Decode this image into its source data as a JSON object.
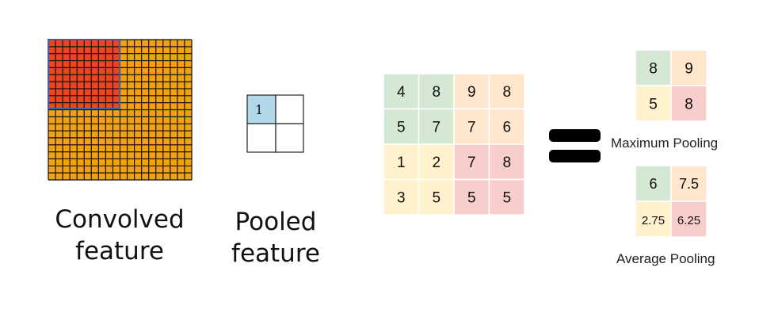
{
  "captions": {
    "convolved": [
      "Convolved",
      "feature"
    ],
    "pooled": [
      "Pooled",
      "feature"
    ]
  },
  "pooled_feature": {
    "cells": [
      "1",
      "",
      "",
      ""
    ]
  },
  "input_matrix": {
    "rows": [
      [
        "4",
        "8",
        "9",
        "8"
      ],
      [
        "5",
        "7",
        "7",
        "6"
      ],
      [
        "1",
        "2",
        "7",
        "8"
      ],
      [
        "3",
        "5",
        "5",
        "5"
      ]
    ]
  },
  "max_pool": {
    "label": "Maximum Pooling",
    "rows": [
      [
        "8",
        "9"
      ],
      [
        "5",
        "8"
      ]
    ]
  },
  "avg_pool": {
    "label": "Average Pooling",
    "rows": [
      [
        "6",
        "7.5"
      ],
      [
        "2.75",
        "6.25"
      ]
    ]
  },
  "colors": {
    "grid_fill": "#f2a20f",
    "grid_line": "#111111",
    "highlight": "#ee4422",
    "highlight_border": "#3f63a8",
    "pooled_cell": "#b1d8e8",
    "green": "#d5e8d4",
    "orange": "#ffe6cc",
    "yellow": "#fff2cc",
    "red": "#f8cecc"
  }
}
